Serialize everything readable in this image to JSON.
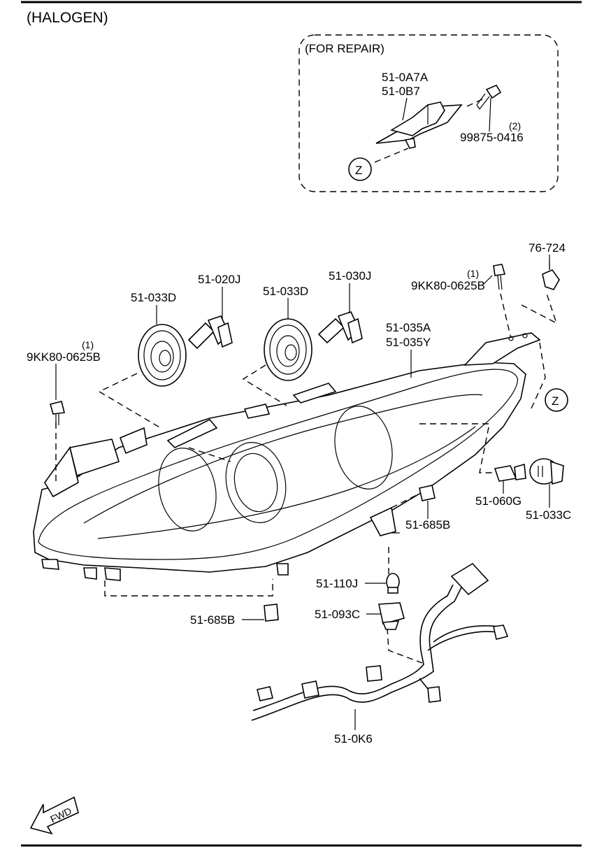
{
  "title": "(HALOGEN)",
  "repair_box": {
    "title": "(FOR REPAIR)",
    "bracket_labels": [
      "51-0A7A",
      "51-0B7"
    ],
    "screw_qty": "(2)",
    "screw_label": "99875-0416",
    "zone": "Z"
  },
  "callouts": {
    "bulb_a_holder": "51-033D",
    "bulb_a": "51-020J",
    "bulb_b_holder": "51-033D",
    "bulb_b": "51-030J",
    "screw_left_qty": "(1)",
    "screw_left": "9KK80-0625B",
    "screw_right_qty": "(1)",
    "screw_right": "9KK80-0625B",
    "clip": "76-724",
    "headlamp_a": "51-035A",
    "headlamp_b": "51-035Y",
    "zone_marker": "Z",
    "side_bulb": "51-060G",
    "side_socket": "51-033C",
    "bracket_right": "51-685B",
    "bracket_bottom": "51-685B",
    "turn_bulb": "51-110J",
    "turn_socket": "51-093C",
    "harness": "51-0K6"
  },
  "fwd_arrow": "FWD",
  "colors": {
    "line": "#000000",
    "background": "#ffffff"
  }
}
